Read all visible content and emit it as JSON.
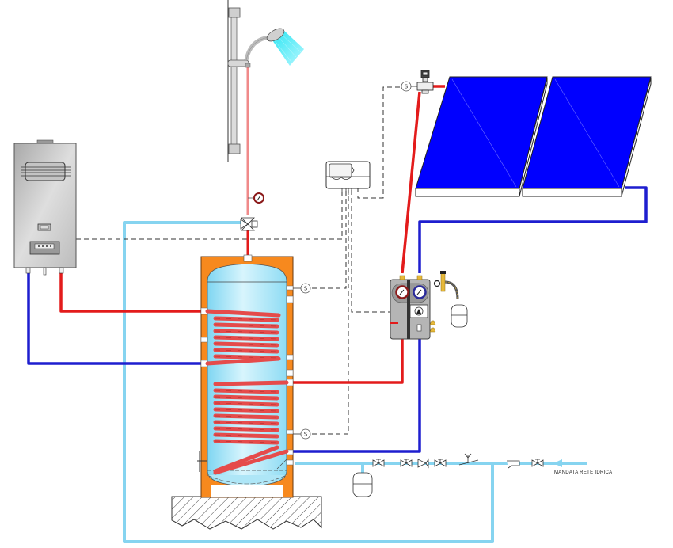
{
  "diagram": {
    "title": "Solar thermal domestic hot water system schematic",
    "labels": {
      "water_inlet": "MANDATA RETE IDRICA",
      "sensor_symbol": "S"
    },
    "components": [
      {
        "id": "boiler",
        "name": "Wall-mounted gas boiler"
      },
      {
        "id": "shower",
        "name": "Shower head with riser bar"
      },
      {
        "id": "controller",
        "name": "Solar controller"
      },
      {
        "id": "collectors",
        "name": "Flat plate solar collectors",
        "count": 2
      },
      {
        "id": "pump-station",
        "name": "Solar pump station with gauges"
      },
      {
        "id": "expansion-vessel-solar",
        "name": "Solar expansion vessel"
      },
      {
        "id": "tank",
        "name": "Twin-coil hot water storage tank"
      },
      {
        "id": "expansion-vessel-sanitary",
        "name": "Sanitary expansion vessel"
      },
      {
        "id": "mixing-valve",
        "name": "Thermostatic mixing valve"
      },
      {
        "id": "thermometer",
        "name": "Thermometer"
      },
      {
        "id": "air-vent",
        "name": "Collector air vent"
      }
    ],
    "colors": {
      "hot": "#e31b1b",
      "cold_return": "#1e1ecf",
      "cold_water": "#86d4f0",
      "hot_sanitary": "#f08a8a",
      "tank_insulation": "#f7891e",
      "tank_body": "#aee6f7",
      "collector": "#0000ff",
      "boiler_body": "#c9c9c9",
      "signal": "#333333"
    }
  }
}
